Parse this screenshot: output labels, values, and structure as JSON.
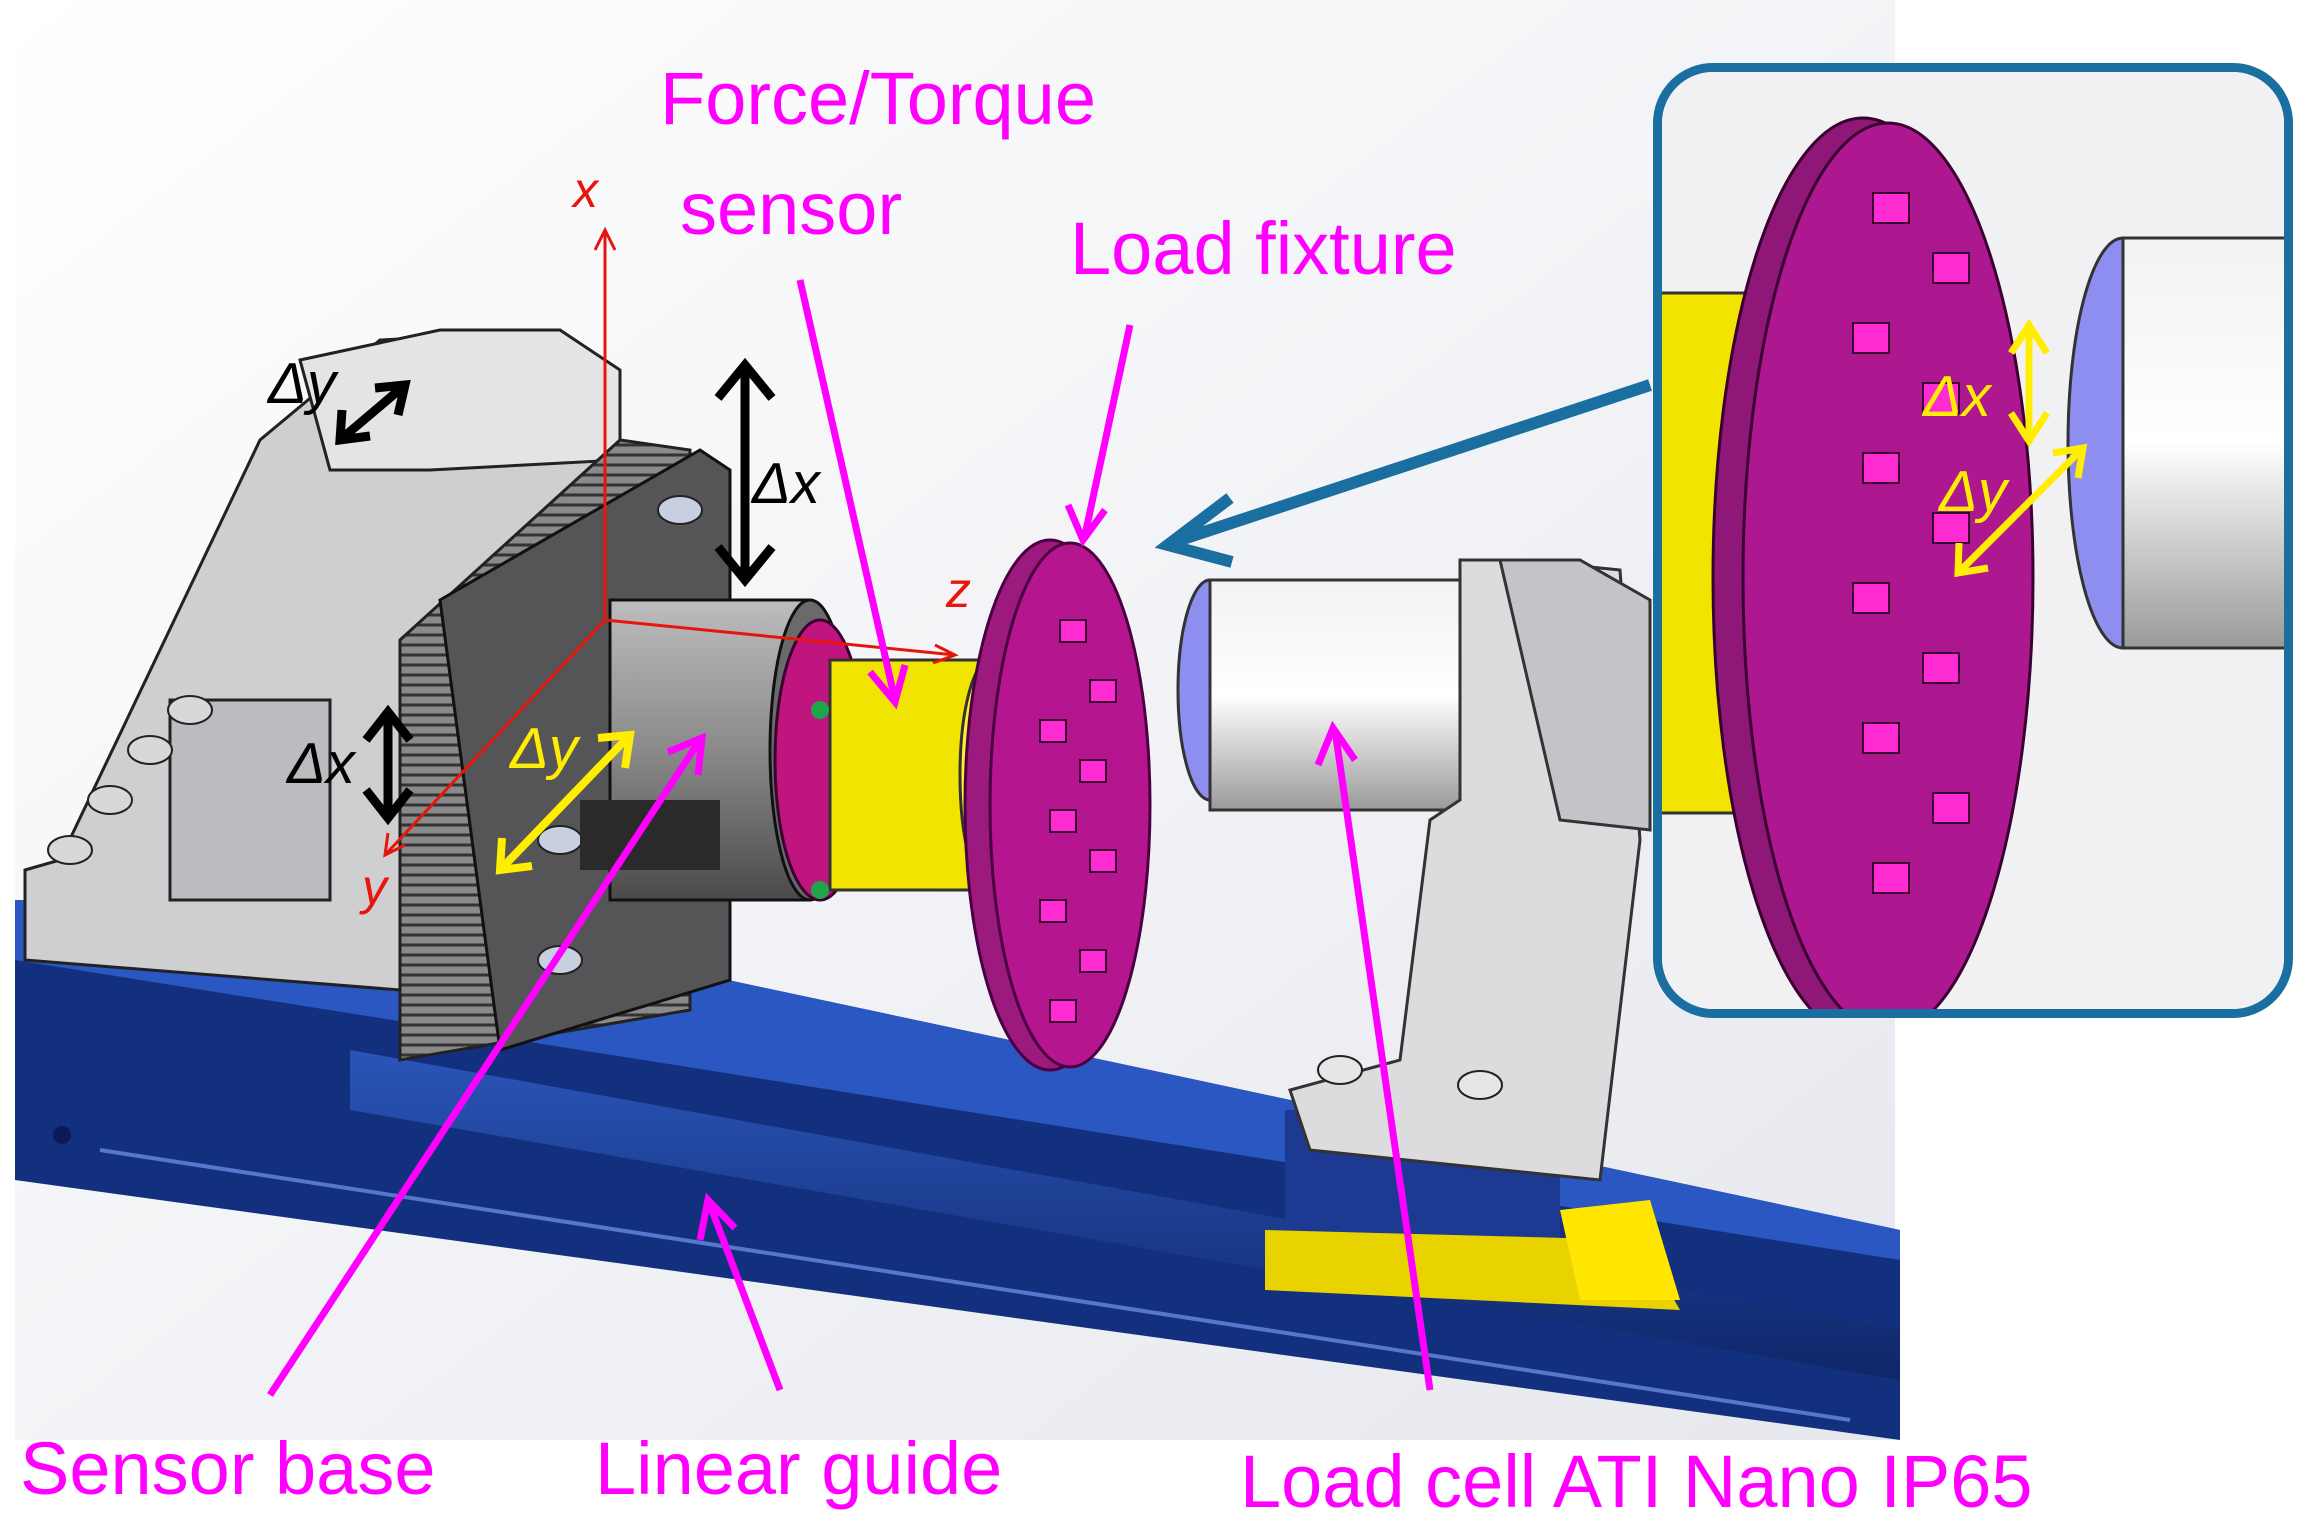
{
  "colors": {
    "label": "#ff00ff",
    "axis": "#e8150c",
    "delta_black": "#000000",
    "delta_yellow": "#ffff00",
    "inset_border": "#1a6fa0",
    "rail": "#1a3a8f",
    "plate": "#c8128f",
    "sensor": "#ffee00"
  },
  "labels": {
    "force_torque_line1": "Force/Torque",
    "force_torque_line2": "sensor",
    "load_fixture": "Load fixture",
    "sensor_base": "Sensor base",
    "linear_guide": "Linear guide",
    "load_cell": "Load cell ATI Nano IP65"
  },
  "axes": {
    "x": "x",
    "y": "y",
    "z": "z"
  },
  "deltas": {
    "dx": "Δx",
    "dy": "Δy"
  }
}
